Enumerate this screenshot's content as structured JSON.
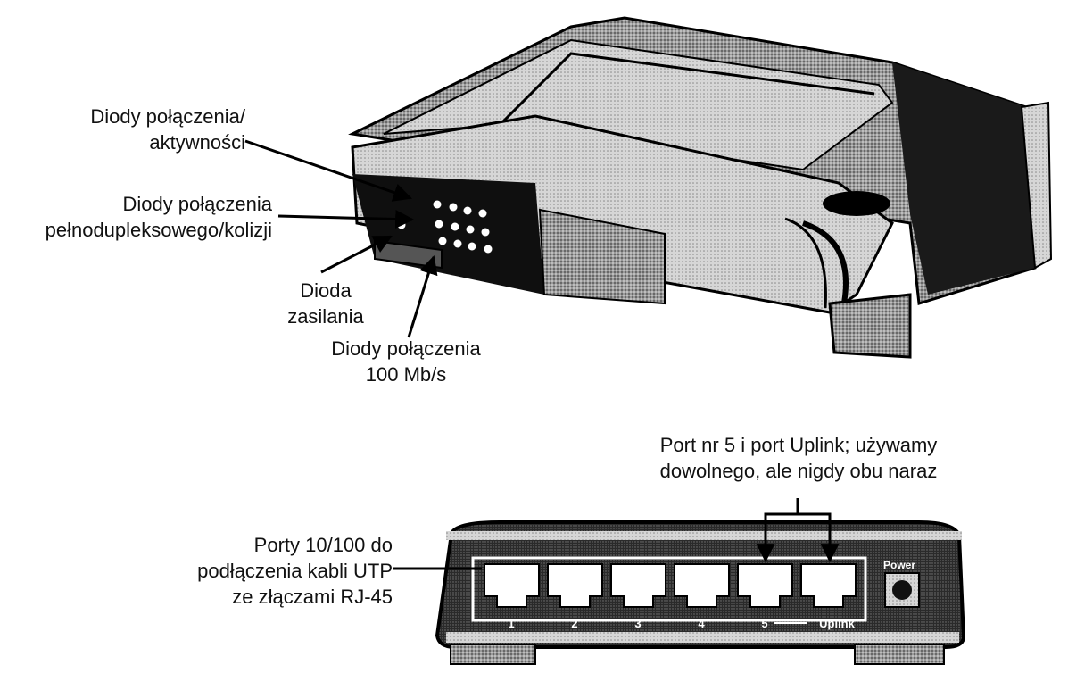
{
  "labels": {
    "link_activity": [
      "Diody połączenia/",
      "aktywności"
    ],
    "full_duplex": [
      "Diody połączenia",
      "pełnodupleksowego/kolizji"
    ],
    "power_led": [
      "Dioda",
      "zasilania"
    ],
    "speed_100": [
      "Diody połączenia",
      "100 Mb/s"
    ],
    "uplink_note": [
      "Port nr 5 i port Uplink; używamy",
      "dowolnego, ale nigdy obu naraz"
    ],
    "ports_note": [
      "Porty 10/100 do",
      "podłączenia kabli UTP",
      "ze złączami RJ-45"
    ]
  },
  "rear_panel": {
    "port_numbers": [
      "1",
      "2",
      "3",
      "4",
      "5"
    ],
    "uplink": "Uplink",
    "power": "Power"
  }
}
